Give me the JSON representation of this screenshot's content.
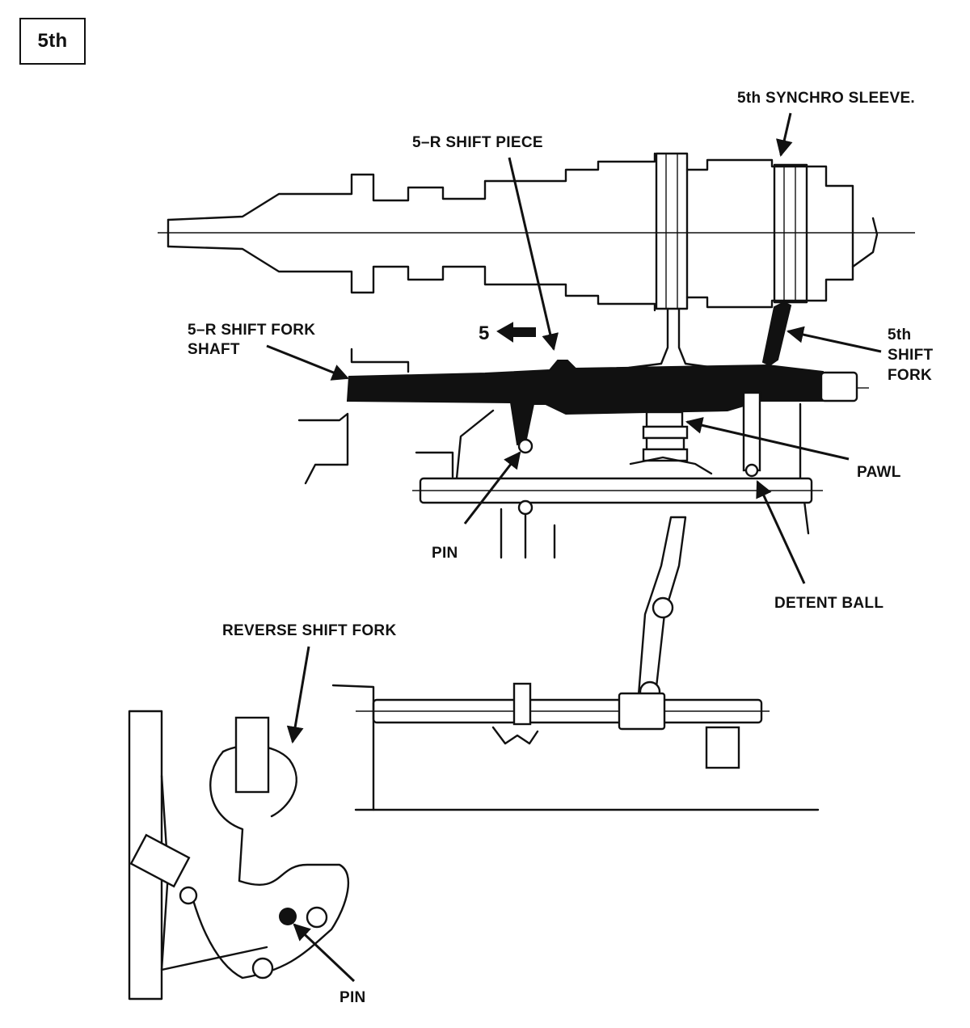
{
  "badge": {
    "text": "5th"
  },
  "labels": {
    "synchro_sleeve": "5th SYNCHRO SLEEVE.",
    "shift_piece": "5–R SHIFT PIECE",
    "fork_shaft_line1": "5–R SHIFT FORK",
    "fork_shaft_line2": "SHAFT",
    "direction_number": "5",
    "shift_fork_line1": "5th",
    "shift_fork_line2": "SHIFT",
    "shift_fork_line3": "FORK",
    "pawl": "PAWL",
    "pin_upper": "PIN",
    "detent_ball": "DETENT BALL",
    "reverse_shift_fork": "REVERSE SHIFT FORK",
    "pin_lower": "PIN"
  },
  "colors": {
    "ink": "#111111",
    "paper": "#ffffff"
  }
}
